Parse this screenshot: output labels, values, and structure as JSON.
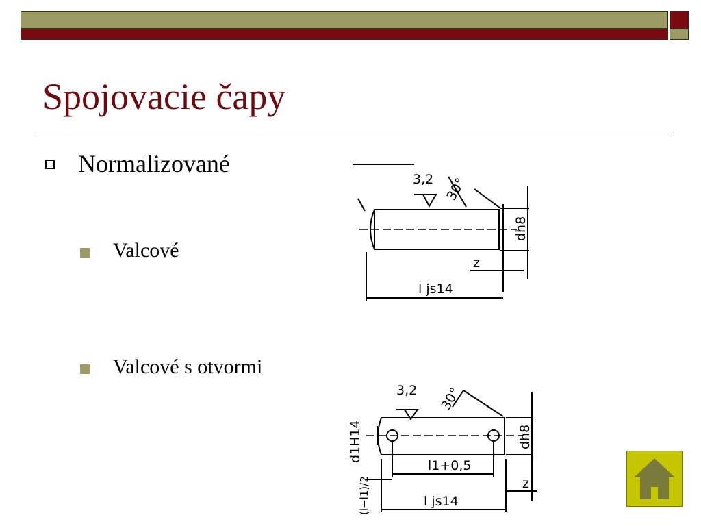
{
  "slide": {
    "title": "Spojovacie čapy",
    "bullets": [
      {
        "level": 1,
        "text": "Normalizované"
      },
      {
        "level": 2,
        "text": "Valcové"
      },
      {
        "level": 2,
        "text": "Valcové s otvormi"
      }
    ]
  },
  "figure_valcove": {
    "roughness": "3,2",
    "angle": "30°",
    "diameter": "dh8",
    "chamfer": "z",
    "length": "l js14"
  },
  "figure_otvormi": {
    "roughness": "3,2",
    "angle": "30°",
    "diameter": "dh8",
    "hole_diameter": "d1H14",
    "hole_distance": "l1+0,5",
    "chamfer": "z",
    "length": "l js14",
    "edge_distance": "(l−l1)/2"
  },
  "nav": {
    "home_icon": "home-icon"
  },
  "colors": {
    "olive": "#9b9b63",
    "dark_red": "#7a0a10",
    "title": "#6b0a0f",
    "home_button": "#c6c600"
  }
}
